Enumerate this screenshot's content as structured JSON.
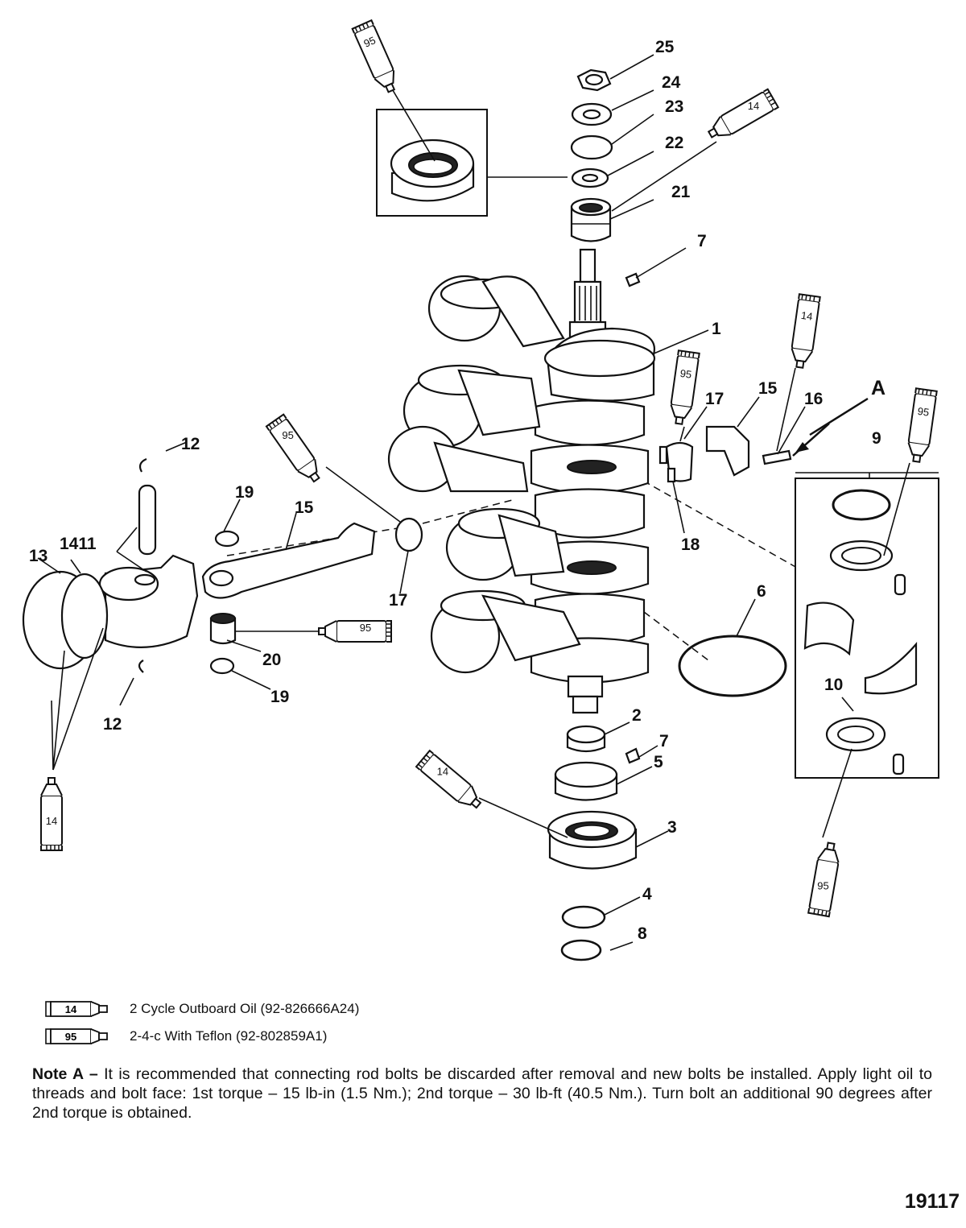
{
  "callouts": {
    "c25": "25",
    "c24": "24",
    "c23": "23",
    "c22": "22",
    "c21": "21",
    "c7a": "7",
    "c1": "1",
    "c15a": "15",
    "c16": "16",
    "cA": "A",
    "c17a": "17",
    "c9": "9",
    "c18": "18",
    "c12a": "12",
    "c19a": "19",
    "c15b": "15",
    "c14_11": "1411",
    "c13": "13",
    "c17b": "17",
    "c20": "20",
    "c19b": "19",
    "c12b": "12",
    "c6": "6",
    "c10": "10",
    "c2": "2",
    "c7b": "7",
    "c5": "5",
    "c3": "3",
    "c4": "4",
    "c8": "8"
  },
  "tube_labels": {
    "t95": "95",
    "t14": "14"
  },
  "legend": [
    {
      "code": "14",
      "text": "2 Cycle Outboard Oil (92-826666A24)"
    },
    {
      "code": "95",
      "text": "2-4-c With Teflon (92-802859A1)"
    }
  ],
  "note": {
    "label": "Note A –",
    "text": " It is recommended that connecting rod bolts be discarded after removal and new bolts be installed.  Apply light oil to threads and bolt face: 1st torque – 15 lb-in (1.5 Nm.); 2nd torque – 30 lb-ft (40.5 Nm.). Turn bolt an additional 90 degrees after 2nd torque is obtained."
  },
  "figure_number": "19117"
}
